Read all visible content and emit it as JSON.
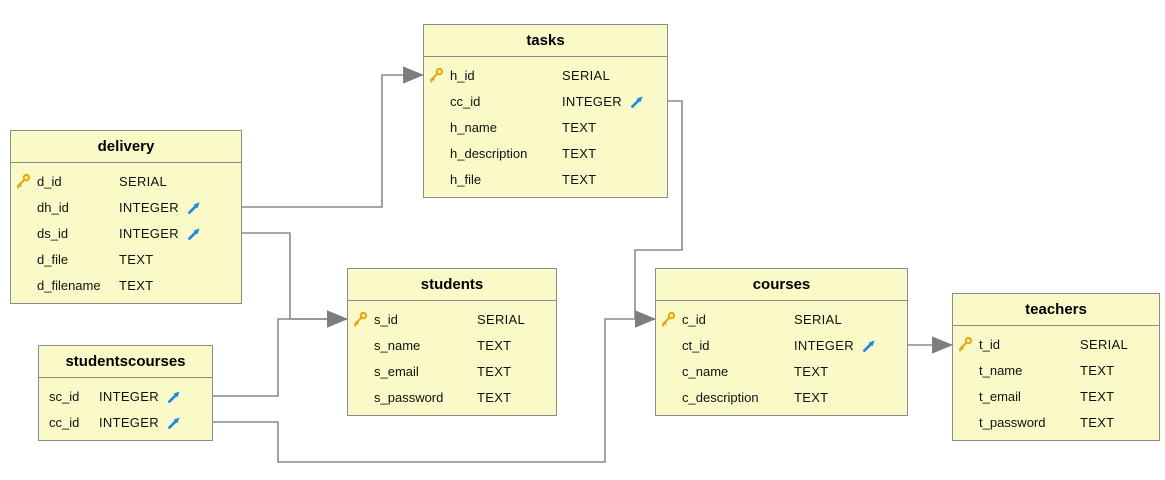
{
  "page": {
    "background": "#ffffff",
    "kind": "database-er-diagram"
  },
  "colors": {
    "table_fill": "#fafac8",
    "table_border": "#8c8c8c",
    "connector": "#8a8a8a",
    "arrowhead": "#7d7d7d",
    "primary_key_icon": "#e0a50f",
    "foreign_key_icon": "#1e88e5",
    "text": "#000000"
  },
  "icons": {
    "primary_key": "gold-key-icon",
    "foreign_key": "blue-diagonal-arrow-icon",
    "relationship_end": "gray-right-arrowhead"
  },
  "diagram": {
    "tables": [
      {
        "name": "tasks",
        "fields": [
          {
            "name": "h_id",
            "type": "SERIAL",
            "icon": "primary-key"
          },
          {
            "name": "cc_id",
            "type": "INTEGER",
            "icon": "foreign-key"
          },
          {
            "name": "h_name",
            "type": "TEXT"
          },
          {
            "name": "h_description",
            "type": "TEXT"
          },
          {
            "name": "h_file",
            "type": "TEXT"
          }
        ]
      },
      {
        "name": "delivery",
        "fields": [
          {
            "name": "d_id",
            "type": "SERIAL",
            "icon": "primary-key"
          },
          {
            "name": "dh_id",
            "type": "INTEGER",
            "icon": "foreign-key"
          },
          {
            "name": "ds_id",
            "type": "INTEGER",
            "icon": "foreign-key"
          },
          {
            "name": "d_file",
            "type": "TEXT"
          },
          {
            "name": "d_filename",
            "type": "TEXT"
          }
        ]
      },
      {
        "name": "students",
        "fields": [
          {
            "name": "s_id",
            "type": "SERIAL",
            "icon": "primary-key"
          },
          {
            "name": "s_name",
            "type": "TEXT"
          },
          {
            "name": "s_email",
            "type": "TEXT"
          },
          {
            "name": "s_password",
            "type": "TEXT"
          }
        ]
      },
      {
        "name": "courses",
        "fields": [
          {
            "name": "c_id",
            "type": "SERIAL",
            "icon": "primary-key"
          },
          {
            "name": "ct_id",
            "type": "INTEGER",
            "icon": "foreign-key"
          },
          {
            "name": "c_name",
            "type": "TEXT"
          },
          {
            "name": "c_description",
            "type": "TEXT"
          }
        ]
      },
      {
        "name": "teachers",
        "fields": [
          {
            "name": "t_id",
            "type": "SERIAL",
            "icon": "primary-key"
          },
          {
            "name": "t_name",
            "type": "TEXT"
          },
          {
            "name": "t_email",
            "type": "TEXT"
          },
          {
            "name": "t_password",
            "type": "TEXT"
          }
        ]
      },
      {
        "name": "studentscourses",
        "fields": [
          {
            "name": "sc_id",
            "type": "INTEGER",
            "icon": "foreign-key"
          },
          {
            "name": "cc_id",
            "type": "INTEGER",
            "icon": "foreign-key"
          }
        ]
      }
    ],
    "relationships": [
      {
        "from": "delivery.dh_id",
        "to": "tasks.h_id"
      },
      {
        "from": "delivery.ds_id",
        "to": "students.s_id"
      },
      {
        "from": "studentscourses.sc_id",
        "to": "students.s_id"
      },
      {
        "from": "studentscourses.cc_id",
        "to": "courses.c_id"
      },
      {
        "from": "tasks.cc_id",
        "to": "courses.c_id"
      },
      {
        "from": "courses.ct_id",
        "to": "teachers.t_id"
      }
    ]
  }
}
